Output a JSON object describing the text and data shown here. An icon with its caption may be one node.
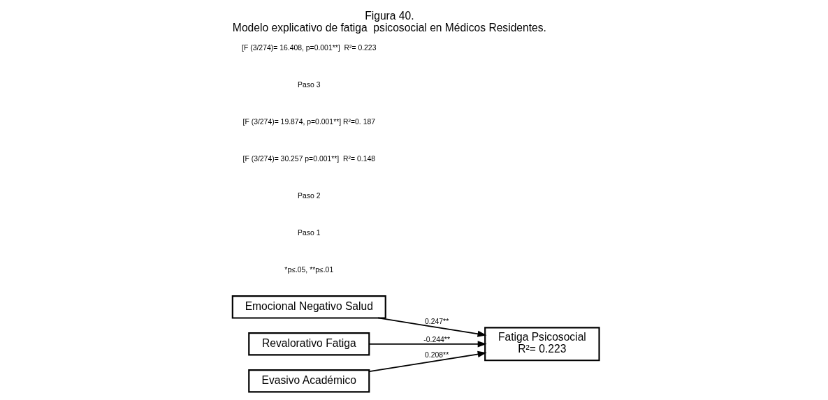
{
  "diagram": {
    "title": "Figura 40.",
    "caption": "Modelo explicativo de fatiga  psicosocial en Médicos Residentes.",
    "nodes": [
      {
        "text": [
          "Emocional Negativo Salud"
        ]
      },
      {
        "text": [
          "Revalorativo Fatiga"
        ]
      },
      {
        "text": [
          "Evasivo Académico"
        ]
      },
      {
        "text": [
          "Fatiga Psicosocial",
          "R²= 0.223"
        ]
      }
    ],
    "edges": [
      {
        "from": 0,
        "to": 3,
        "arrow": "to",
        "label": "0.247**"
      },
      {
        "from": 1,
        "to": 3,
        "arrow": "to",
        "label": "-0.244**"
      },
      {
        "from": 2,
        "to": 3,
        "arrow": "to",
        "label": "0.208**"
      }
    ],
    "labels": [
      "*p≤.05, **p≤.01",
      "Paso 1",
      "Paso 2",
      "[F (3/274)= 30.257 p=0.001**]  R²= 0.148",
      "[F (3/274)= 19.874, p=0.001**] R²=0. 187",
      "Paso 3",
      "[F (3/274)= 16.408, p=0.001**]  R²= 0.223"
    ]
  }
}
